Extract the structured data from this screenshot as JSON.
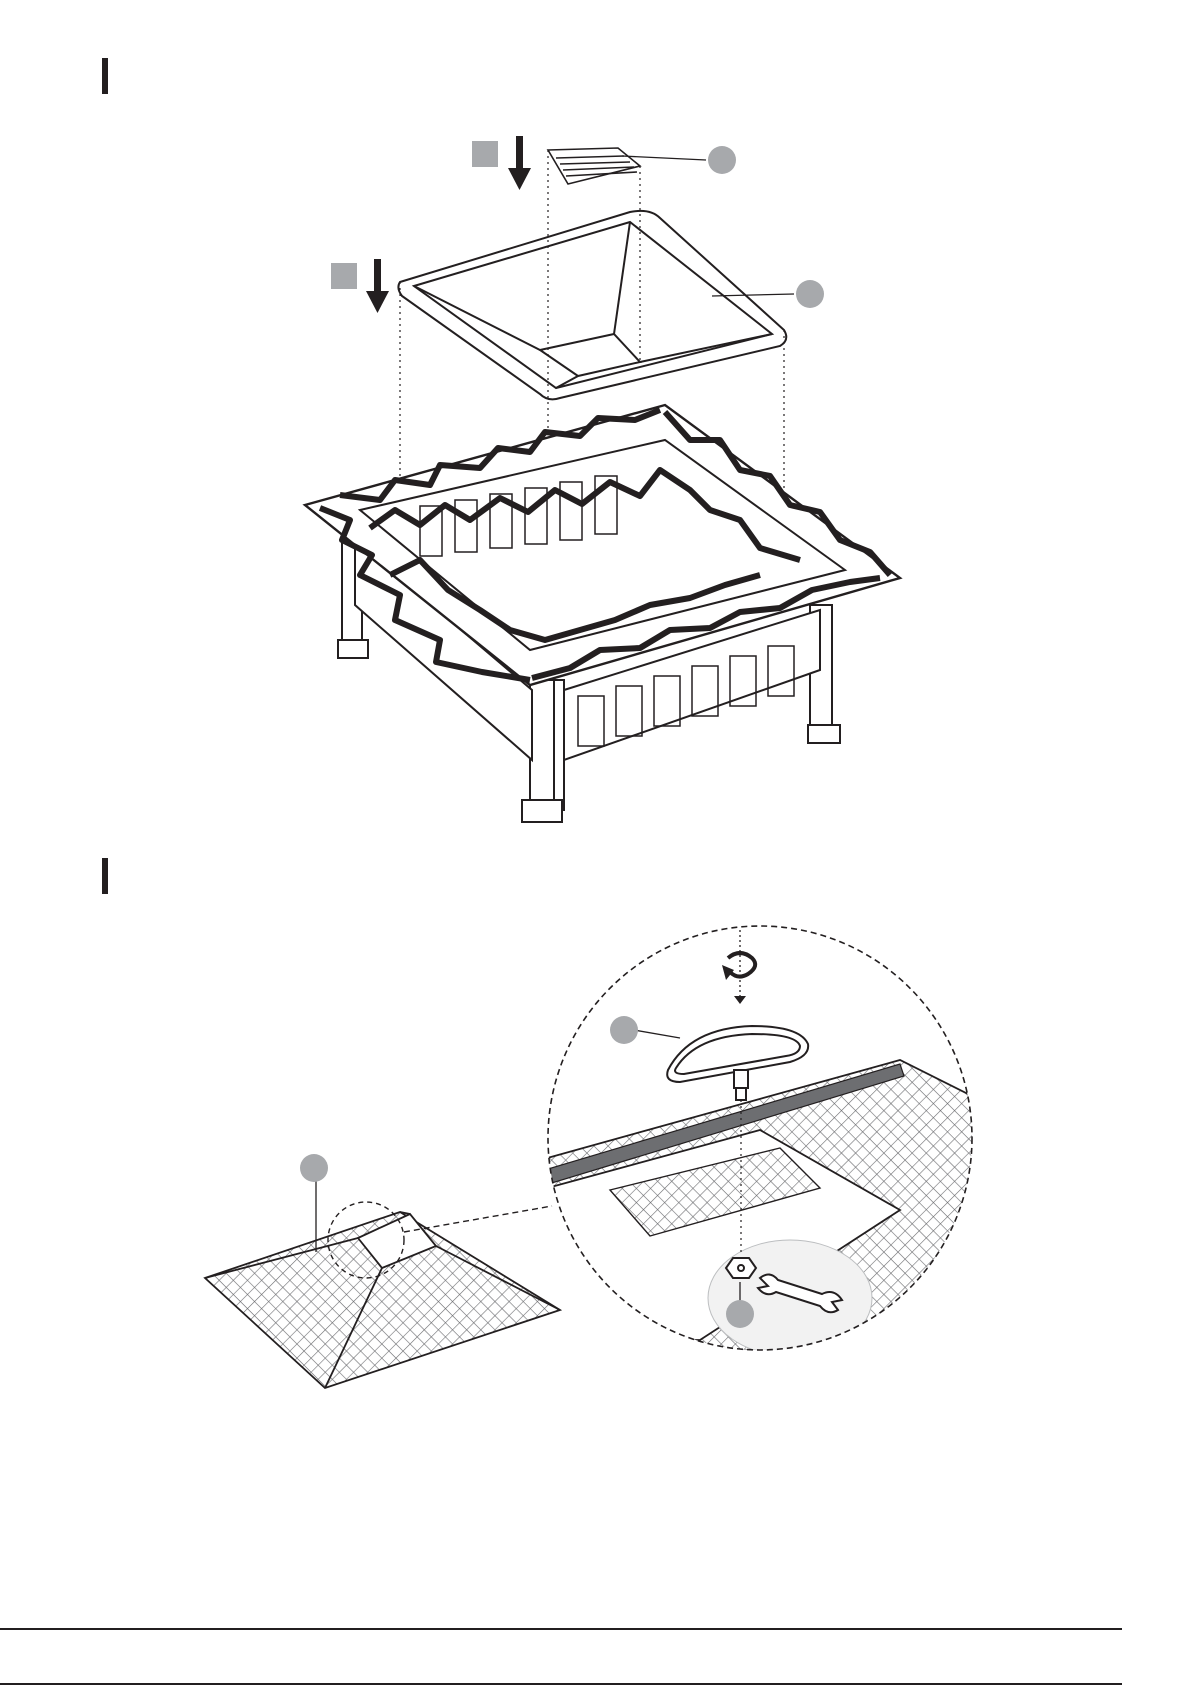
{
  "document": {
    "type": "assembly-instruction-page",
    "steps": [
      {
        "marker": "step-bar",
        "illustration": "fire-pit-bowl-and-grate-assembly"
      },
      {
        "marker": "step-bar",
        "illustration": "lid-handle-assembly"
      }
    ],
    "icons": [
      "down-arrow-icon",
      "rotate-arrow-icon",
      "wrench-icon"
    ],
    "colors": {
      "ink": "#231f20",
      "callout_fill": "#a7a9ac",
      "mesh": "#6d6e71"
    }
  }
}
